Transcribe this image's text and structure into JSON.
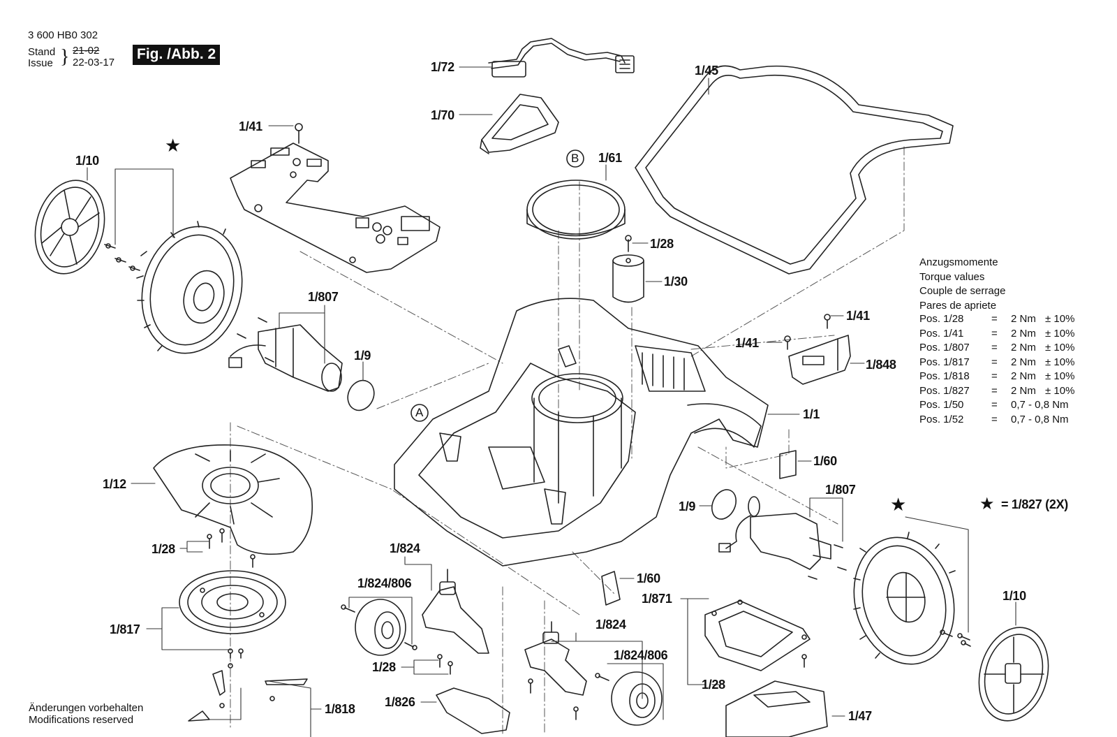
{
  "document": {
    "part_number": "3 600 HB0 302",
    "stand_label": "Stand",
    "issue_label": "Issue",
    "stand_old_date": "21-02",
    "issue_date": "22-03-17",
    "figure_label": "Fig. /Abb. 2"
  },
  "torque_table": {
    "titles": [
      "Anzugsmomente",
      "Torque values",
      "Couple de serrage",
      "Pares de apriete"
    ],
    "rows": [
      {
        "pos": "Pos. 1/28",
        "eq": "=",
        "value": "2 Nm",
        "tol": "± 10%"
      },
      {
        "pos": "Pos. 1/41",
        "eq": "=",
        "value": "2 Nm",
        "tol": "± 10%"
      },
      {
        "pos": "Pos. 1/807",
        "eq": "=",
        "value": "2 Nm",
        "tol": "± 10%"
      },
      {
        "pos": "Pos. 1/817",
        "eq": "=",
        "value": "2 Nm",
        "tol": "± 10%"
      },
      {
        "pos": "Pos. 1/818",
        "eq": "=",
        "value": "2 Nm",
        "tol": "± 10%"
      },
      {
        "pos": "Pos. 1/827",
        "eq": "=",
        "value": "2 Nm",
        "tol": "± 10%"
      },
      {
        "pos": "Pos. 1/50",
        "eq": "=",
        "value": "0,7  - 0,8 Nm",
        "tol": ""
      },
      {
        "pos": "Pos. 1/52",
        "eq": "=",
        "value": "0,7  - 0,8 Nm",
        "tol": ""
      }
    ]
  },
  "legend": {
    "star_symbol": "★",
    "star_meaning": "= 1/827 (2X)"
  },
  "callouts": {
    "detail_a": "A",
    "detail_b": "B"
  },
  "part_labels": {
    "p1_72": "1/72",
    "p1_70": "1/70",
    "p1_45": "1/45",
    "p1_41_top": "1/41",
    "p1_10_left": "1/10",
    "p1_61": "1/61",
    "p1_28_cap": "1/28",
    "p1_30": "1/30",
    "p1_807_left": "1/807",
    "p1_9_left": "1/9",
    "p1_41_a": "1/41",
    "p1_41_b": "1/41",
    "p1_848": "1/848",
    "p1_1": "1/1",
    "p1_60_right": "1/60",
    "p1_12": "1/12",
    "p1_807_right": "1/807",
    "p1_9_right": "1/9",
    "p1_28_left": "1/28",
    "p1_824_a": "1/824",
    "p1_824_806_a": "1/824/806",
    "p1_60_mid": "1/60",
    "p1_871": "1/871",
    "p1_10_right": "1/10",
    "p1_817": "1/817",
    "p1_824_b": "1/824",
    "p1_824_806_b": "1/824/806",
    "p1_28_mid": "1/28",
    "p1_28_right": "1/28",
    "p1_826": "1/826",
    "p1_818": "1/818",
    "p1_47": "1/47"
  },
  "notes": {
    "de": "Änderungen vorbehalten",
    "en": "Modifications reserved"
  }
}
